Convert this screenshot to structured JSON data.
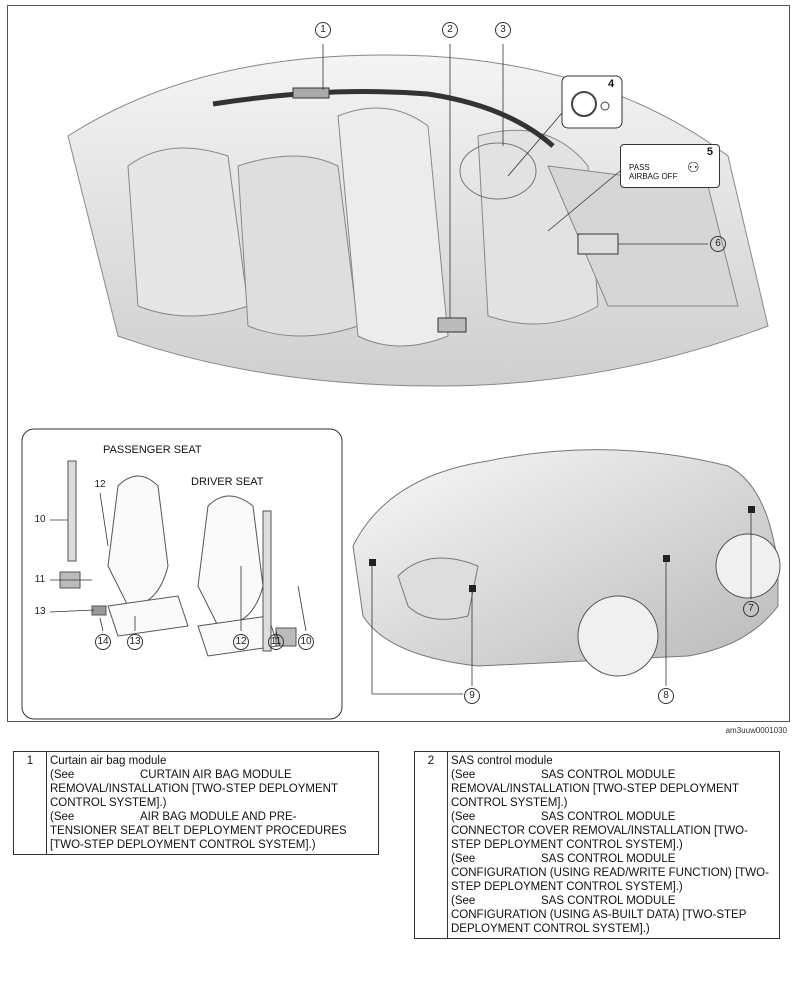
{
  "figure": {
    "callouts": [
      "1",
      "2",
      "3",
      "4",
      "5",
      "6",
      "7",
      "8",
      "9",
      "10",
      "11",
      "12",
      "13",
      "14"
    ],
    "inset": {
      "passenger_label": "PASSENGER SEAT",
      "driver_label": "DRIVER SEAT",
      "callouts_left": [
        "10",
        "11",
        "12",
        "13",
        "14"
      ],
      "callouts_bottom": [
        "14",
        "13",
        "12",
        "11",
        "10"
      ]
    },
    "indicator": {
      "line1": "PASS",
      "line2": "AIRBAG OFF"
    },
    "code": "am3uuw0001030"
  },
  "table1": {
    "number": "1",
    "title": "Curtain air bag module",
    "refs": [
      {
        "see": "(See",
        "link": "CURTAIN AIR BAG MODULE",
        "rest": "REMOVAL/INSTALLATION [TWO-STEP DEPLOYMENT CONTROL SYSTEM].)"
      },
      {
        "see": "(See",
        "link": "AIR BAG MODULE AND PRE-",
        "rest": "TENSIONER SEAT BELT DEPLOYMENT PROCEDURES [TWO-STEP DEPLOYMENT CONTROL SYSTEM].)"
      }
    ]
  },
  "table2": {
    "number": "2",
    "title": "SAS control module",
    "refs": [
      {
        "see": "(See",
        "link": "SAS CONTROL MODULE",
        "rest": "REMOVAL/INSTALLATION [TWO-STEP DEPLOYMENT CONTROL SYSTEM].)"
      },
      {
        "see": "(See",
        "link": "SAS CONTROL MODULE",
        "rest": "CONNECTOR COVER REMOVAL/INSTALLATION [TWO-STEP DEPLOYMENT CONTROL SYSTEM].)"
      },
      {
        "see": "(See",
        "link": "SAS CONTROL MODULE",
        "rest": "CONFIGURATION (USING READ/WRITE FUNCTION) [TWO-STEP DEPLOYMENT CONTROL SYSTEM].)"
      },
      {
        "see": "(See",
        "link": "SAS CONTROL MODULE",
        "rest": "CONFIGURATION (USING AS-BUILT DATA) [TWO-STEP DEPLOYMENT CONTROL SYSTEM].)"
      }
    ]
  }
}
